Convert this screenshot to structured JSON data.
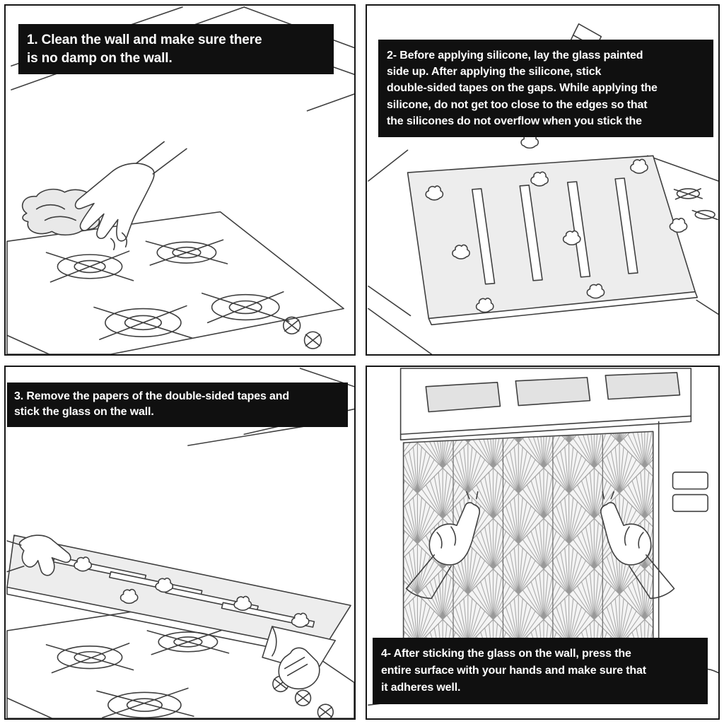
{
  "colors": {
    "caption_background": "#101010",
    "caption_text": "#ffffff",
    "panel_border": "#161616",
    "line_art": "#3f3f3f",
    "glass_fill": "#ededed",
    "pattern_line": "#999999"
  },
  "panels": [
    {
      "step": "1",
      "caption": "1. Clean the wall and make sure there\nis no damp on the wall.",
      "illustration": "hand-wiping-wall-above-gas-cooktop"
    },
    {
      "step": "2",
      "caption": "2- Before applying silicone, lay the glass painted\nside up. After applying the silicone, stick\ndouble-sided tapes on the gaps. While applying the\nsilicone, do not get too close to the edges so that\nthe silicones do not overflow when you stick the",
      "illustration": "hand-applying-silicone-and-tapes-on-glass"
    },
    {
      "step": "3",
      "caption": "3. Remove the papers of the double-sided tapes and\nstick the glass on the wall.",
      "illustration": "hands-placing-glass-panel-over-cooktop"
    },
    {
      "step": "4",
      "caption": "4- After sticking the glass on the wall, press the\nentire surface with your hands and make sure that\nit adheres well.",
      "illustration": "hands-pressing-patterned-glass-under-range-hood"
    }
  ]
}
